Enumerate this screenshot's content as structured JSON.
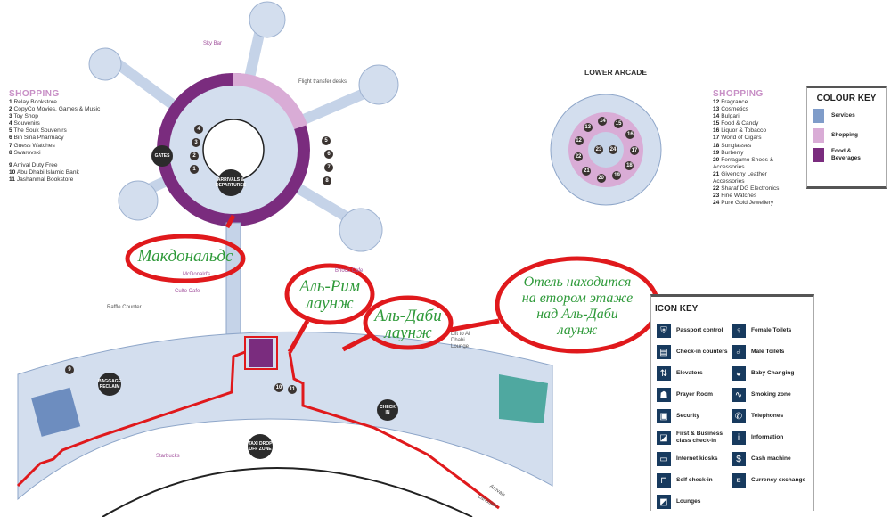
{
  "left_shopping": {
    "title": "SHOPPING",
    "items": [
      {
        "num": "1",
        "name": "Relay Bookstore"
      },
      {
        "num": "2",
        "name": "CopyCo Movies, Games & Music"
      },
      {
        "num": "3",
        "name": "Toy Shop"
      },
      {
        "num": "4",
        "name": "Souvenirs"
      },
      {
        "num": "5",
        "name": "The Souk Souvenirs"
      },
      {
        "num": "6",
        "name": "Bin Sina Pharmacy"
      },
      {
        "num": "7",
        "name": "Guess Watches"
      },
      {
        "num": "8",
        "name": "Swarovski"
      },
      {
        "num": "9",
        "name": "Arrival Duty Free"
      },
      {
        "num": "10",
        "name": "Abu Dhabi Islamic Bank"
      },
      {
        "num": "11",
        "name": "Jashanmal Bookstore"
      }
    ]
  },
  "right_shopping": {
    "title": "SHOPPING",
    "items": [
      {
        "num": "12",
        "name": "Fragrance"
      },
      {
        "num": "13",
        "name": "Cosmetics"
      },
      {
        "num": "14",
        "name": "Bulgari"
      },
      {
        "num": "15",
        "name": "Food & Candy"
      },
      {
        "num": "16",
        "name": "Liquor & Tobacco"
      },
      {
        "num": "17",
        "name": "World of Cigars"
      },
      {
        "num": "18",
        "name": "Sunglasses"
      },
      {
        "num": "19",
        "name": "Burberry"
      },
      {
        "num": "20",
        "name": "Ferragamo Shoes & Accessories"
      },
      {
        "num": "21",
        "name": "Givenchy Leather Accessories"
      },
      {
        "num": "22",
        "name": "Sharaf DG Electronics"
      },
      {
        "num": "23",
        "name": "Fine Watches"
      },
      {
        "num": "24",
        "name": "Pure Gold Jewellery"
      }
    ]
  },
  "lower_arcade": {
    "title": "LOWER ARCADE"
  },
  "colour_key": {
    "title": "COLOUR KEY",
    "items": [
      {
        "label": "Services",
        "color": "#7f9cc9"
      },
      {
        "label": "Shopping",
        "color": "#d9acd6"
      },
      {
        "label": "Food & Beverages",
        "color": "#7a2c7e"
      }
    ]
  },
  "icon_key": {
    "title": "ICON KEY",
    "items": [
      {
        "label": "Passport control",
        "icon": "passport-control-icon",
        "glyph": "⛨"
      },
      {
        "label": "Female Toilets",
        "icon": "female-toilet-icon",
        "glyph": "♀"
      },
      {
        "label": "Check-in counters",
        "icon": "check-in-icon",
        "glyph": "▤"
      },
      {
        "label": "Male Toilets",
        "icon": "male-toilet-icon",
        "glyph": "♂"
      },
      {
        "label": "Elevators",
        "icon": "elevator-icon",
        "glyph": "⇅"
      },
      {
        "label": "Baby Changing",
        "icon": "baby-changing-icon",
        "glyph": "◒"
      },
      {
        "label": "Prayer Room",
        "icon": "prayer-room-icon",
        "glyph": "☗"
      },
      {
        "label": "Smoking zone",
        "icon": "smoking-icon",
        "glyph": "∿"
      },
      {
        "label": "Security",
        "icon": "security-icon",
        "glyph": "▣"
      },
      {
        "label": "Telephones",
        "icon": "telephone-icon",
        "glyph": "✆"
      },
      {
        "label": "First & Business class check-in",
        "icon": "first-business-checkin-icon",
        "glyph": "◪"
      },
      {
        "label": "Information",
        "icon": "information-icon",
        "glyph": "i"
      },
      {
        "label": "Internet kiosks",
        "icon": "internet-kiosk-icon",
        "glyph": "▭"
      },
      {
        "label": "Cash machine",
        "icon": "cash-machine-icon",
        "glyph": "$"
      },
      {
        "label": "Self check-in",
        "icon": "self-check-in-icon",
        "glyph": "⊓"
      },
      {
        "label": "Currency exchange",
        "icon": "currency-exchange-icon",
        "glyph": "¤"
      },
      {
        "label": "Lounges",
        "icon": "lounge-icon",
        "glyph": "◩"
      }
    ]
  },
  "map_labels": {
    "sky_bar": "Sky Bar",
    "flight_transfer": "Flight transfer desks",
    "gates": "GATES",
    "arrivals_departures": "ARRIVALS & DEPARTURES",
    "mcdonalds": "McDonald's",
    "brioco": "Brioco Cafe",
    "culto": "Culto Cafe",
    "raffle": "Raffle Counter",
    "lift": "Lift to Al Dhabi Lounge",
    "baggage": "BAGGAGE RECLAIM",
    "taxi": "TAXI DROP OFF ZONE",
    "checkin": "CHECK IN",
    "starbucks": "Starbucks",
    "arrivals": "Arrivals",
    "landside": "Landside"
  },
  "ring_numbers": [
    "1",
    "2",
    "3",
    "4",
    "5",
    "6",
    "7",
    "8"
  ],
  "terminal_numbers": [
    "9",
    "10",
    "11"
  ],
  "arcade_numbers": [
    "12",
    "13",
    "14",
    "15",
    "16",
    "17",
    "18",
    "19",
    "20",
    "21",
    "22",
    "23",
    "24"
  ],
  "annotations": {
    "mcdonalds_ru": "Макдональдс",
    "al_reem_ru": "Аль-Рим лаунж",
    "al_dhabi_ru": "Аль-Даби лаунж",
    "hotel_ru": "Отель находится на втором этаже над Аль-Даби лаунж"
  },
  "colors": {
    "route": "#e0191c",
    "annotation_text": "#2f9a3a",
    "services": "#7f9cc9",
    "shopping": "#d9acd6",
    "food": "#7a2c7e"
  }
}
